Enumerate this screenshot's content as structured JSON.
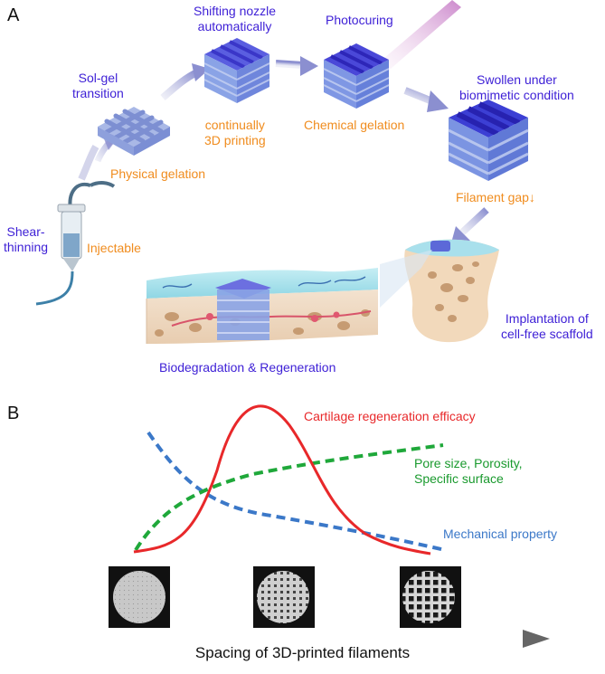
{
  "panel_a": {
    "letter": "A",
    "labels": {
      "shifting_nozzle": "Shifting nozzle\nautomatically",
      "photocuring": "Photocuring",
      "sol_gel": "Sol-gel\ntransition",
      "swollen": "Swollen under\nbiomimetic condition",
      "continually": "continually\n3D printing",
      "chemical_gelation": "Chemical gelation",
      "physical_gelation": "Physical gelation",
      "filament_gap": "Filament gap↓",
      "shear_thinning": "Shear-\nthinning",
      "injectable": "Injectable",
      "implantation": "Implantation of\ncell-free scaffold",
      "biodegradation": "Biodegradation & Regeneration"
    }
  },
  "panel_b": {
    "letter": "B",
    "curve_labels": {
      "cartilage": "Cartilage regeneration efficacy",
      "pore": "Pore size, Porosity,\nSpecific surface",
      "mechanical": "Mechanical property"
    },
    "xaxis_label": "Spacing of 3D-printed filaments",
    "colors": {
      "cartilage": "#e8282a",
      "pore": "#1fa83a",
      "mechanical": "#3b78c8"
    }
  }
}
